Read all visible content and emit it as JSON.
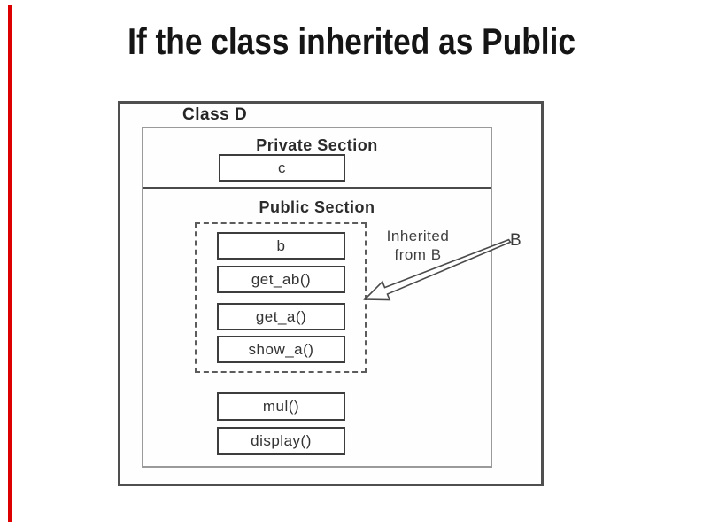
{
  "slide": {
    "title": "If the class inherited as Public"
  },
  "accent_bar_color": "#dd0000",
  "diagram": {
    "class_label": "Class D",
    "private_section": {
      "label": "Private Section",
      "member": "c"
    },
    "public_section": {
      "label": "Public Section",
      "inherited_group": {
        "members": [
          "b",
          "get_ab()",
          "get_a()",
          "show_a()"
        ],
        "annotation_line1": "Inherited",
        "annotation_line2": "from B",
        "source_class": "B"
      },
      "own_members": [
        "mul()",
        "display()"
      ]
    }
  }
}
